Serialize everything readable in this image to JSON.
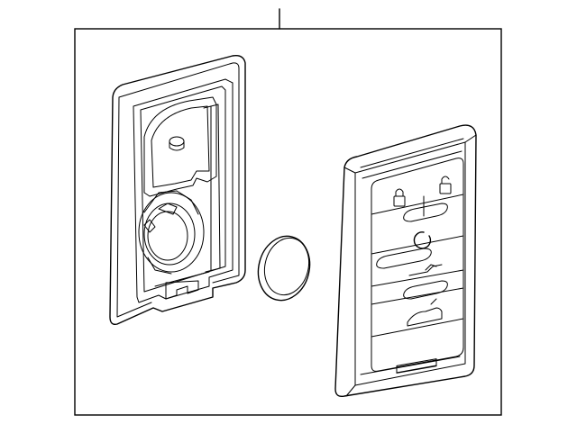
{
  "diagram": {
    "line_color": "#000000",
    "background": "#ffffff",
    "parts": [
      {
        "id": "housing-back",
        "icon": "key-fob-housing-back"
      },
      {
        "id": "battery",
        "icon": "coin-battery"
      },
      {
        "id": "housing-front",
        "icon": "key-fob-front-with-buttons"
      }
    ],
    "buttons": [
      {
        "icon": "lock-icon"
      },
      {
        "icon": "unlock-icon"
      },
      {
        "icon": "remote-start-icon"
      },
      {
        "icon": "trunk-icon"
      },
      {
        "icon": "liftgate-icon"
      },
      {
        "icon": "panic-icon"
      }
    ]
  }
}
